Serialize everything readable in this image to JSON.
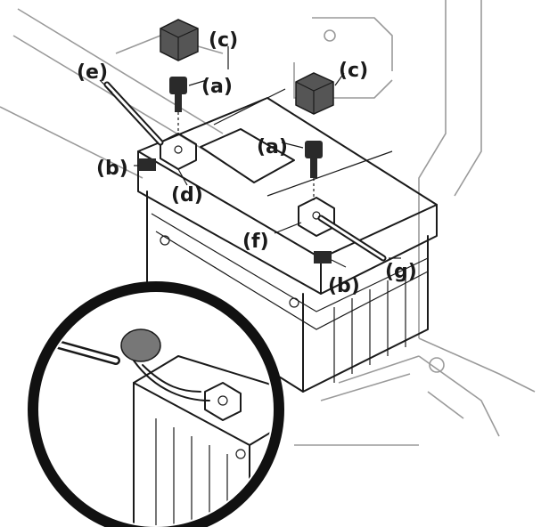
{
  "labels": {
    "a_left": "(a)",
    "a_right": "(a)",
    "b_left": "(b)",
    "b_right": "(b)",
    "c_left": "(c)",
    "c_right": "(c)",
    "d": "(d)",
    "e": "(e)",
    "f": "(f)",
    "g": "(g)"
  },
  "colors": {
    "line": "#1a1a1a",
    "background": "#ffffff",
    "cap_fill": "#555555",
    "detail_ring": "#111111"
  }
}
